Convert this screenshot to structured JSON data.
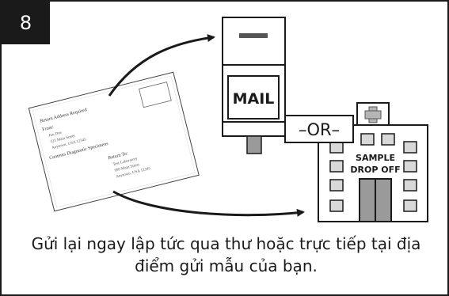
{
  "step": {
    "number": "8"
  },
  "envelope": {
    "return_address_label": "Return Address Required",
    "from_line": "From:",
    "sender_lines": [
      "Jim Doe",
      "123 Main Street",
      "Anytown, USA 12345"
    ],
    "contents_label": "Contents Diagnostic Specimens",
    "return_to_label": "Return To:",
    "recipient_lines": [
      "Test Laboratory",
      "999 Main Street",
      "Anytown, USA 12345"
    ]
  },
  "mailbox": {
    "label": "MAIL"
  },
  "divider": {
    "label": "–OR–"
  },
  "drop_off": {
    "line1": "SAMPLE",
    "line2": "DROP OFF"
  },
  "caption": {
    "line1": "Gửi lại ngay lập tức qua thư hoặc trực tiếp tại địa",
    "line2": "điểm gửi mẫu của bạn."
  },
  "icons": [
    "envelope-icon",
    "mailbox-icon",
    "building-icon",
    "medical-cross-icon",
    "arrow-icon"
  ]
}
